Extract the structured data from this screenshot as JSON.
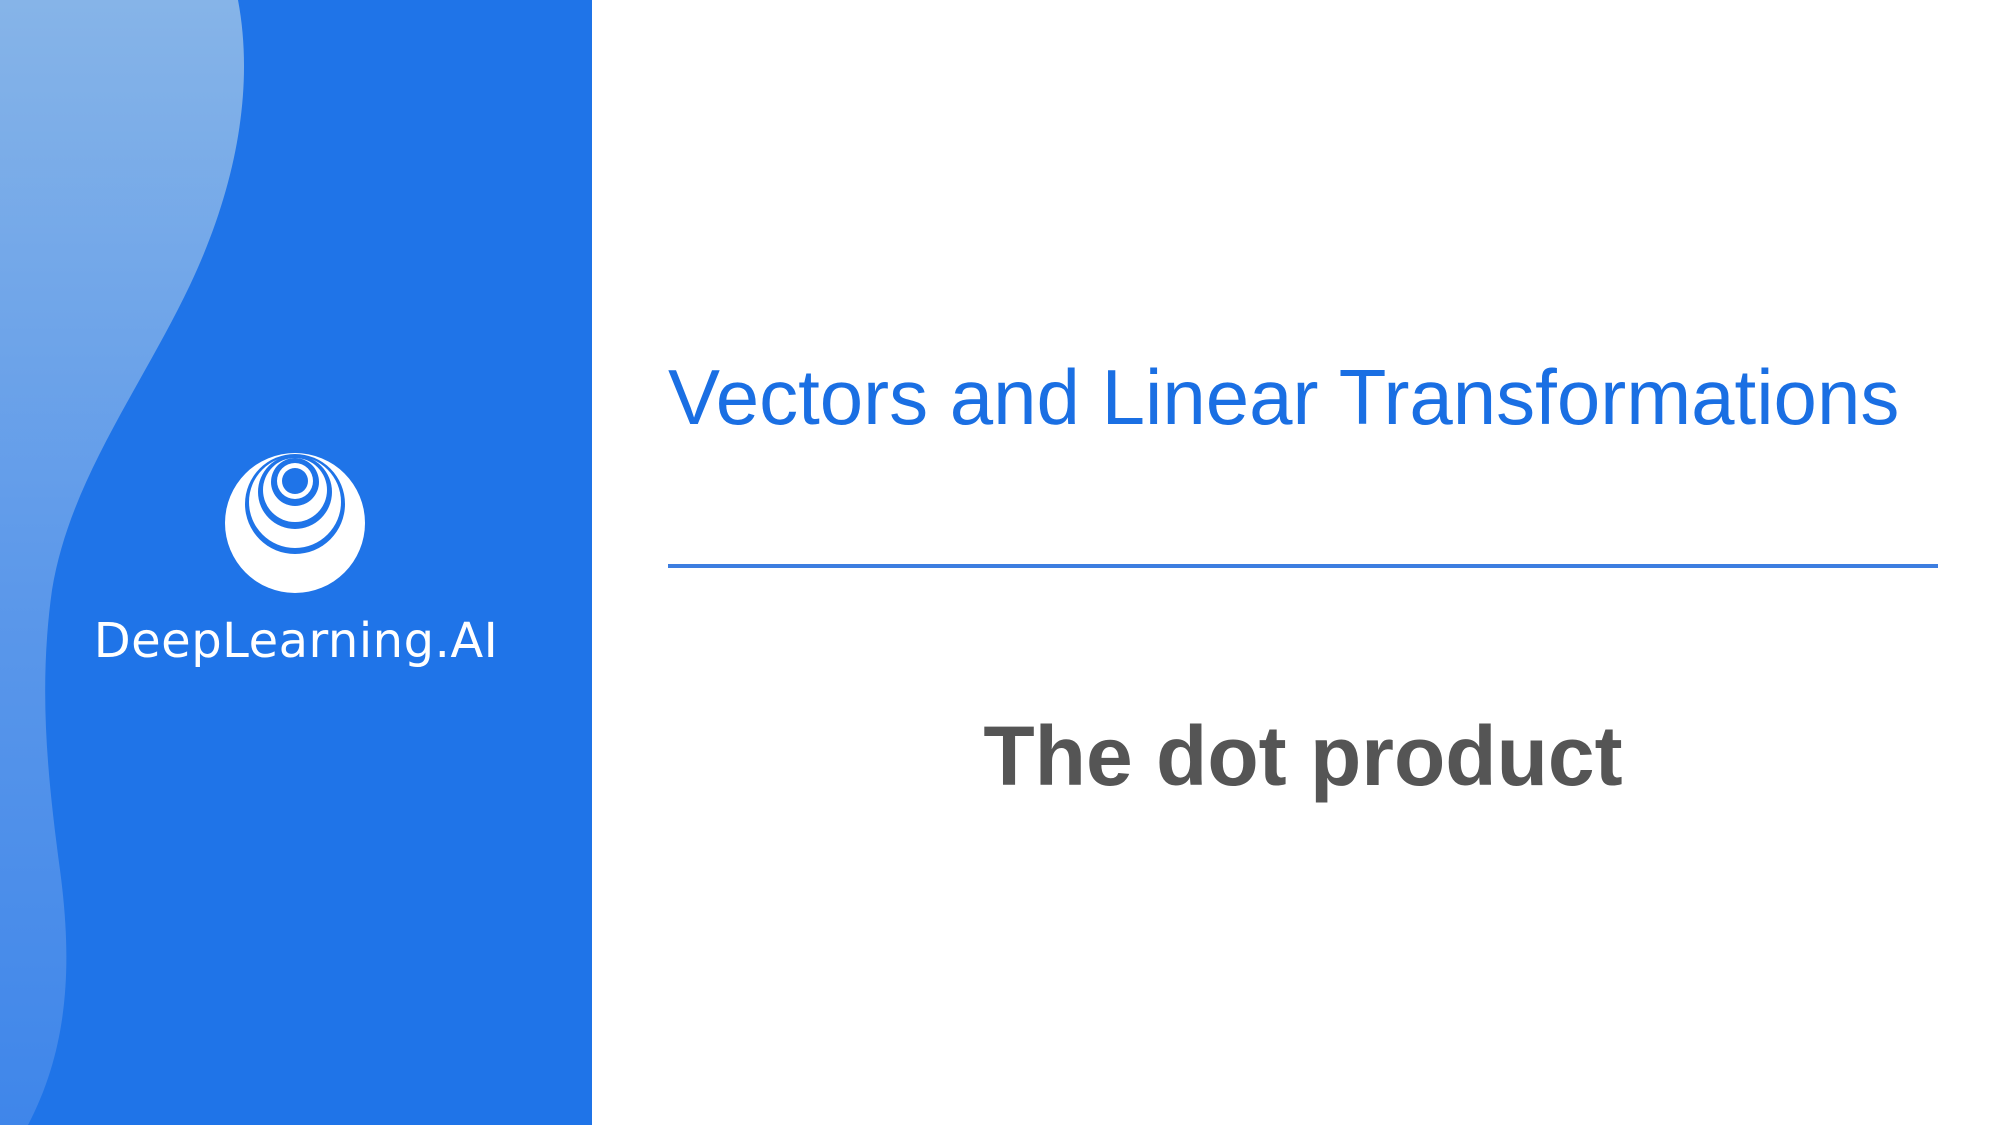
{
  "slide": {
    "brand": {
      "name": "DeepLearning.AI",
      "logo_icon": "concentric-circles-logo-icon"
    },
    "course_title": "Vectors and Linear Transformations",
    "lesson_title": "The dot product"
  },
  "colors": {
    "panel_blue": "#1f74e8",
    "panel_light_blue": "#7fb0ea",
    "title_blue": "#1a6fe3",
    "divider_blue": "#3d7ee0",
    "lesson_gray": "#555555",
    "background": "#ffffff"
  }
}
